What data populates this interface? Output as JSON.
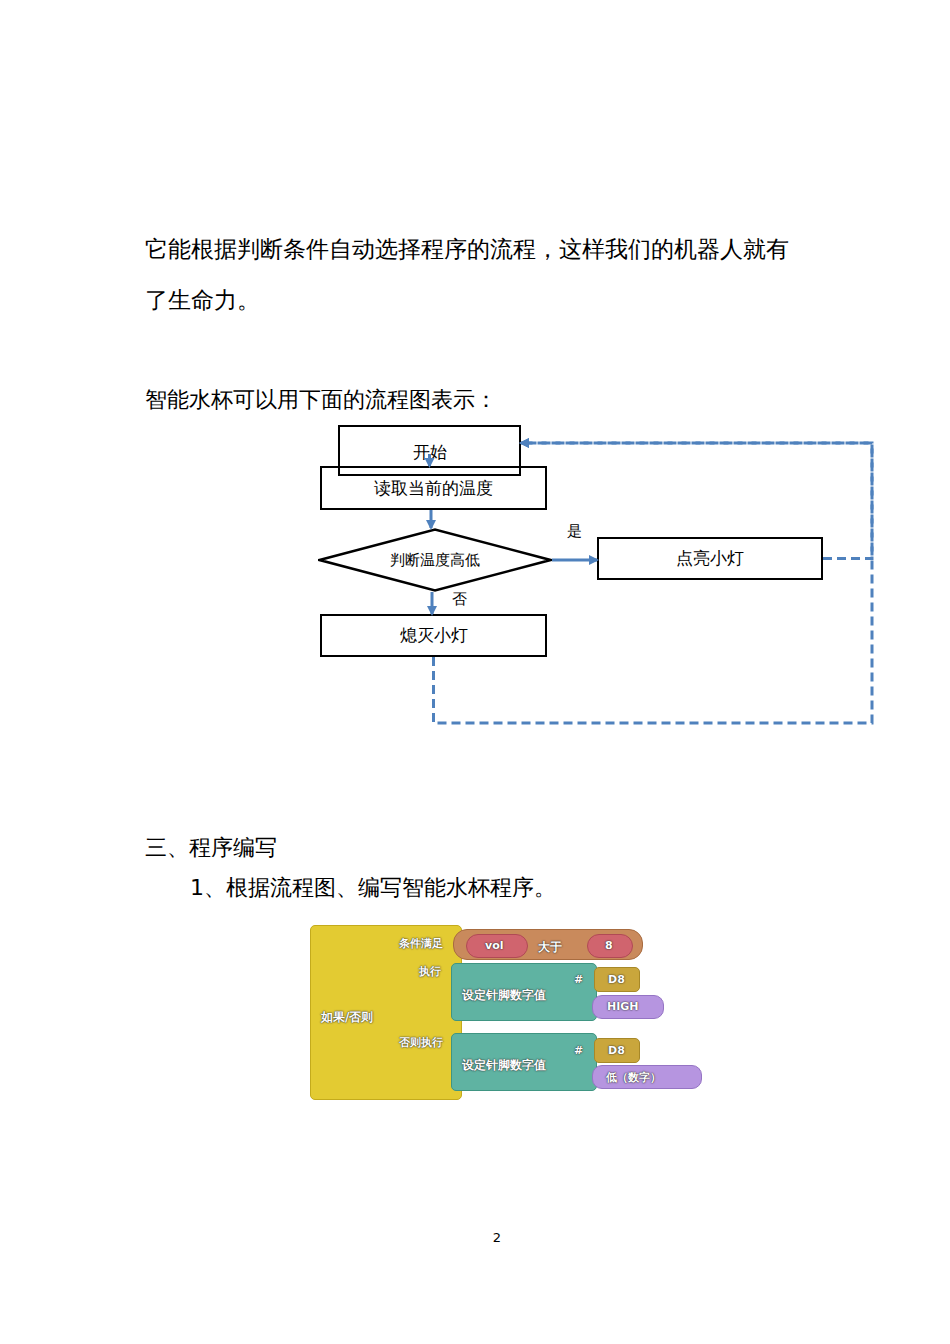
{
  "diagram": {
    "nodes": [
      {
        "text": [
          "开始"
        ]
      },
      {
        "text": [
          "读取当前的温度"
        ]
      },
      {
        "text": [
          "判断温度高低"
        ]
      },
      {
        "text": [
          "点亮小灯"
        ]
      },
      {
        "text": [
          "熄灭小灯"
        ]
      },
      {
        "text": [
          "条件满足",
          "执行",
          "如果/否则",
          "否则执行"
        ]
      },
      {
        "text": [
          "大于"
        ],
        "in": 5
      },
      {
        "text": [
          "vol"
        ],
        "in": 6
      },
      {
        "text": [
          "8"
        ],
        "in": 6
      },
      {
        "text": [
          "设定针脚数字值",
          "#"
        ],
        "in": 5
      },
      {
        "text": [
          "D8"
        ],
        "in": 9
      },
      {
        "text": [
          "HIGH"
        ],
        "in": 9
      },
      {
        "text": [
          "设定针脚数字值",
          "#"
        ],
        "in": 5
      },
      {
        "text": [
          "D8"
        ],
        "in": 12
      },
      {
        "text": [
          "低（数字）"
        ],
        "in": 12
      }
    ],
    "edges": [
      {
        "from": 0,
        "to": 1,
        "arrow": "to"
      },
      {
        "from": 1,
        "to": 2,
        "arrow": "to"
      },
      {
        "from": 2,
        "to": 3,
        "label": "是",
        "arrow": "to"
      },
      {
        "from": 2,
        "to": 4,
        "label": "否",
        "arrow": "to"
      },
      {
        "from": 3,
        "to": 0,
        "arrow": "to"
      },
      {
        "from": 4,
        "to": 0,
        "arrow": "to"
      }
    ],
    "labels": [
      "它能根据判断条件自动选择程序的流程，这样我们的机器人就有了生命力。",
      "智能水杯可以用下面的流程图表示：",
      "三、程序编写",
      "1、根据流程图、编写智能水杯程序。",
      "2"
    ]
  }
}
